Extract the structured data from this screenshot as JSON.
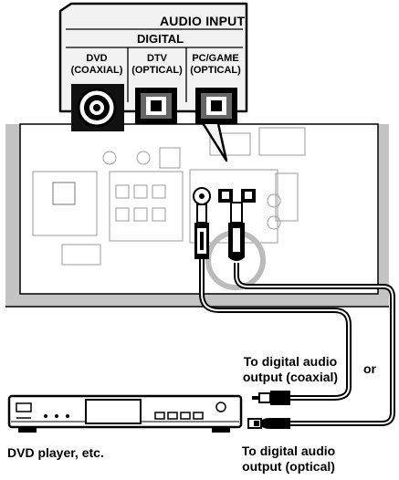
{
  "callout": {
    "title": "AUDIO INPUT",
    "subtitle": "DIGITAL",
    "ports": [
      {
        "name": "DVD",
        "type": "(COAXIAL)"
      },
      {
        "name": "DTV",
        "type": "(OPTICAL)"
      },
      {
        "name": "PC/GAME",
        "type": "(OPTICAL)"
      }
    ]
  },
  "labels": {
    "coaxial_output": "To digital audio\noutput (coaxial)",
    "or": "or",
    "optical_output": "To digital audio\noutput (optical)",
    "dvd_player": "DVD player, etc."
  },
  "colors": {
    "ink": "#000000",
    "panel": "#f2f2f2",
    "cabinet": "#c4c4c4",
    "background": "#ffffff"
  }
}
